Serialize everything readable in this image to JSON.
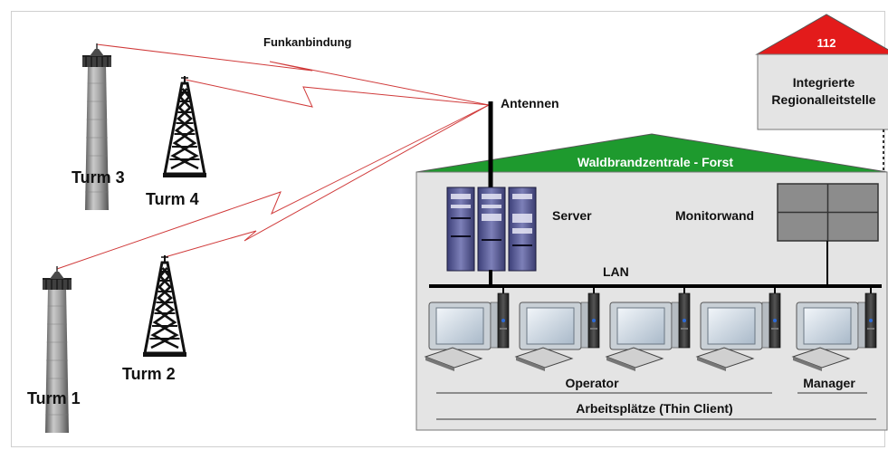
{
  "labels": {
    "funk": "Funkanbindung",
    "antennen": "Antennen",
    "turm1": "Turm 1",
    "turm2": "Turm 2",
    "turm3": "Turm 3",
    "turm4": "Turm 4",
    "zentrale": "Waldbrandzentrale - Forst",
    "server": "Server",
    "monitorwand": "Monitorwand",
    "lan": "LAN",
    "operator": "Operator",
    "manager": "Manager",
    "arbeitsplaetze": "Arbeitsplätze (Thin Client)",
    "notruf": "112",
    "leitstelle_line1": "Integrierte",
    "leitstelle_line2": "Regionalleitstelle"
  },
  "colors": {
    "radio_link": "#d03a3a",
    "zentrale_roof": "#1e9a2e",
    "leitstelle_roof": "#e31b1b",
    "building_fill": "#e4e4e4",
    "monitorwall": "#8c8c8c"
  }
}
